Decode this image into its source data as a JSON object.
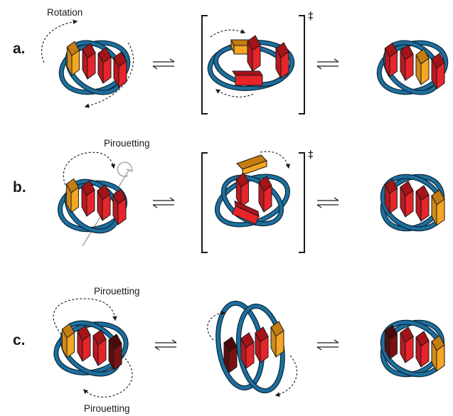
{
  "rows": [
    {
      "label": "a.",
      "annotations": [
        "Rotation"
      ],
      "dagger": "‡"
    },
    {
      "label": "b.",
      "annotations": [
        "Pirouetting"
      ],
      "dagger": "‡"
    },
    {
      "label": "c.",
      "annotations": [
        "Pirouetting",
        "Pirouetting"
      ],
      "dagger": ""
    }
  ],
  "colors": {
    "ring": "#1d6f9e",
    "red_unit": "#e8242b",
    "orange_unit": "#f5a623",
    "dark_unit": "#7a1212",
    "outline": "#1a1a1a"
  },
  "icons": [
    "equilibrium-arrow-icon",
    "transition-state-bracket-icon",
    "pirouette-rotation-icon"
  ]
}
